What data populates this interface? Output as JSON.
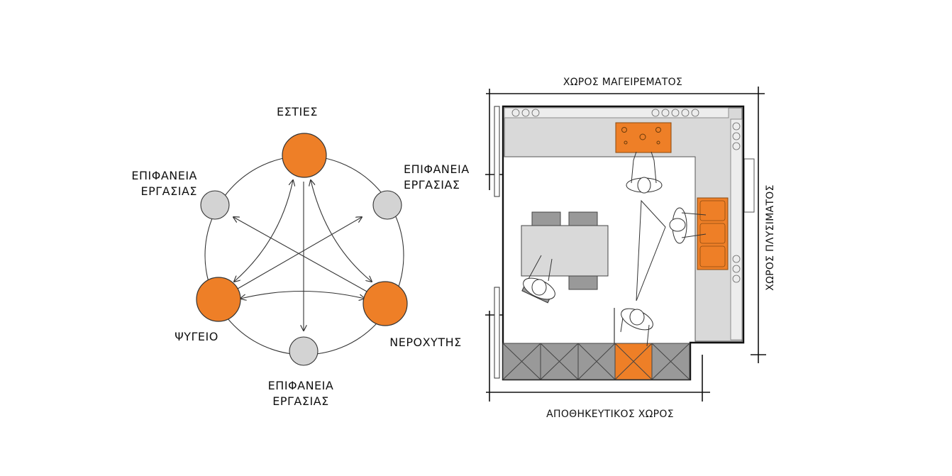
{
  "colors": {
    "orange": "#EE7F27",
    "grey_node": "#D3D3D3",
    "counter": "#D9D9D9",
    "storage": "#999999",
    "line": "#333333"
  },
  "triangle_diagram": {
    "nodes": {
      "hob": {
        "label": "ΕΣΤΙΕΣ",
        "kind": "appliance"
      },
      "sink": {
        "label": "ΝΕΡΟΧΥΤΗΣ",
        "kind": "appliance"
      },
      "fridge": {
        "label": "ΨΥΓΕΙΟ",
        "kind": "appliance"
      },
      "work_tl": {
        "line1": "ΕΠΙΦΑΝΕΙΑ",
        "line2": "ΕΡΓΑΣΙΑΣ",
        "kind": "worksurface"
      },
      "work_tr": {
        "line1": "ΕΠΙΦΑΝΕΙΑ",
        "line2": "ΕΡΓΑΣΙΑΣ",
        "kind": "worksurface"
      },
      "work_b": {
        "line1": "ΕΠΙΦΑΝΕΙΑ",
        "line2": "ΕΡΓΑΣΙΑΣ",
        "kind": "worksurface"
      }
    }
  },
  "floor_plan": {
    "cooking_area": "ΧΩΡΟΣ ΜΑΓΕΙΡΕΜΑΤΟΣ",
    "washing_area": "ΧΩΡΟΣ ΠΛΥΣΙΜΑΤΟΣ",
    "storage_area": "ΑΠΟΘΗΚΕΥΤΙΚΟΣ ΧΩΡΟΣ"
  }
}
